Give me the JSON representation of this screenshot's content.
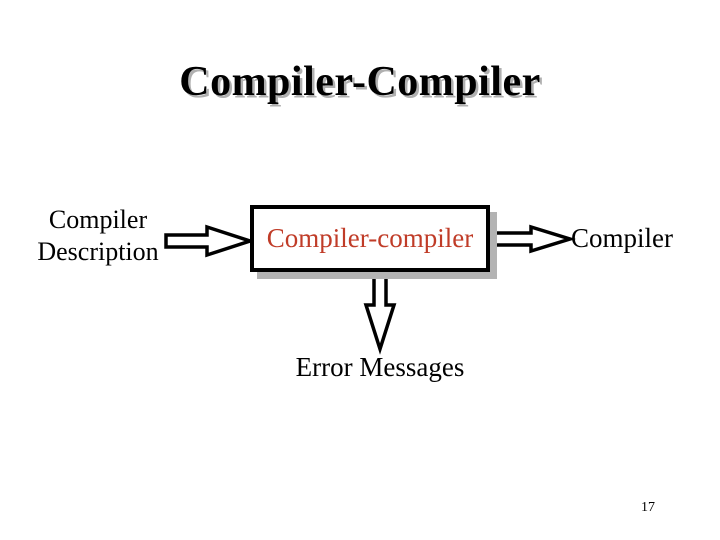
{
  "slide": {
    "title": "Compiler-Compiler",
    "page_number": "17",
    "diagram": {
      "input_label_line1": "Compiler",
      "input_label_line2": "Description",
      "process_box_label": "Compiler-compiler",
      "output_label": "Compiler",
      "error_output_label": "Error Messages"
    },
    "colors": {
      "background": "#ffffff",
      "title_text": "#000000",
      "title_shadow": "#b0b0b0",
      "box_border": "#000000",
      "box_fill": "#ffffff",
      "box_shadow": "#b3b3b3",
      "box_text": "#c03c28",
      "diagram_text": "#000000",
      "arrow_outline": "#000000",
      "arrow_fill": "#ffffff"
    }
  }
}
